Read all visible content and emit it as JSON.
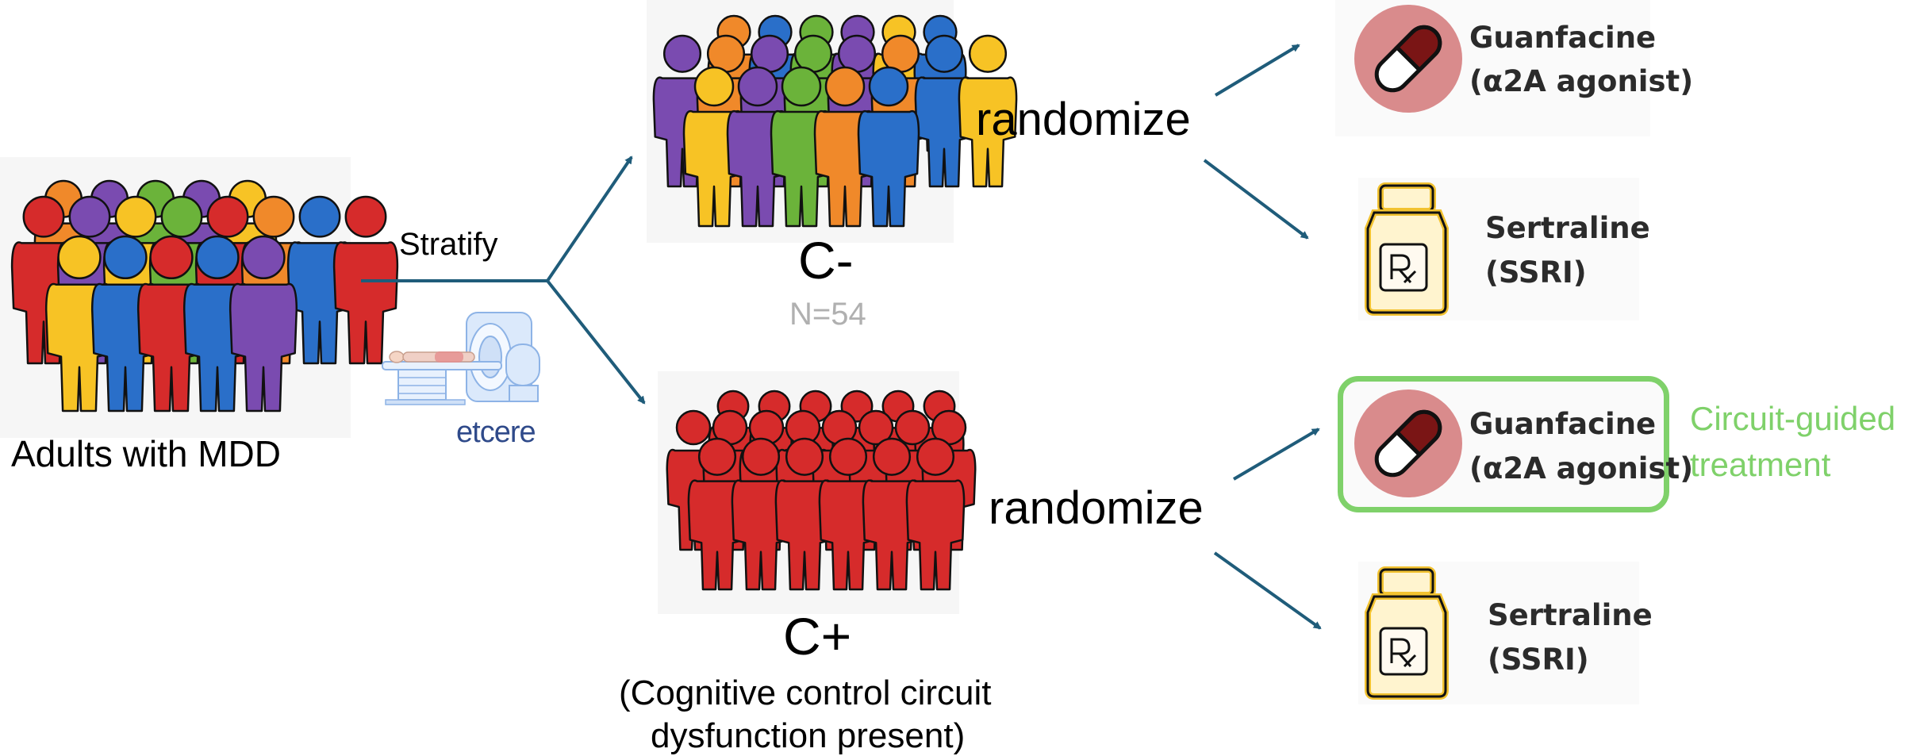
{
  "population": {
    "label": "Adults with MDD"
  },
  "stratify": {
    "label": "Stratify",
    "scanner_brand": "etcere"
  },
  "groups": {
    "c_minus": {
      "label": "C-",
      "n": "N=54"
    },
    "c_plus": {
      "label": "C+",
      "description_line1": "(Cognitive control circuit",
      "description_line2": "dysfunction present)"
    }
  },
  "randomize_label": "randomize",
  "treatments": [
    {
      "name": "Guanfacine",
      "detail": "(α2A agonist)",
      "icon": "pill-icon"
    },
    {
      "name": "Sertraline",
      "detail": "(SSRI)",
      "icon": "rx-bottle-icon"
    },
    {
      "name": "Guanfacine",
      "detail": "(α2A agonist)",
      "icon": "pill-icon"
    },
    {
      "name": "Sertraline",
      "detail": "(SSRI)",
      "icon": "rx-bottle-icon"
    }
  ],
  "circuit_guided": {
    "line1": "Circuit-guided",
    "line2": "treatment"
  },
  "colors": {
    "arrow": "#1f5c7a",
    "highlight": "#7fd16a",
    "n_text": "#b0b0b0",
    "red": "#d62b2b",
    "purple": "#7a4bb0",
    "orange": "#f0892a",
    "yellow": "#f7c325",
    "green": "#6bb33a",
    "blue": "#2a6fc9"
  }
}
